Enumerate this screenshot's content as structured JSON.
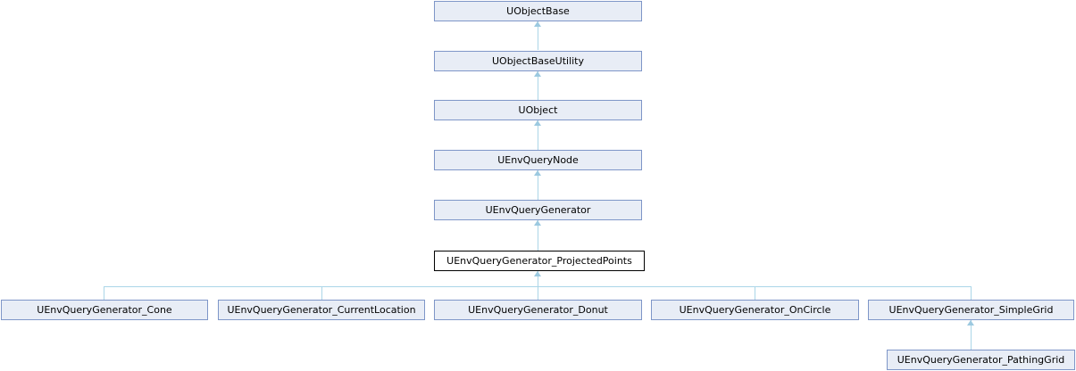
{
  "diagram_type": "class-inheritance-graph",
  "current_node": "UEnvQueryGenerator_ProjectedPoints",
  "nodes": {
    "uobjectbase": "UObjectBase",
    "uobjectbaseutility": "UObjectBaseUtility",
    "uobject": "UObject",
    "uenvquerynode": "UEnvQueryNode",
    "uenvquerygenerator": "UEnvQueryGenerator",
    "projectedpoints": "UEnvQueryGenerator_ProjectedPoints",
    "cone": "UEnvQueryGenerator_Cone",
    "currentlocation": "UEnvQueryGenerator_CurrentLocation",
    "donut": "UEnvQueryGenerator_Donut",
    "oncircle": "UEnvQueryGenerator_OnCircle",
    "simplegrid": "UEnvQueryGenerator_SimpleGrid",
    "pathinggrid": "UEnvQueryGenerator_PathingGrid"
  },
  "edges": [
    {
      "derived": "UObjectBaseUtility",
      "base": "UObjectBase"
    },
    {
      "derived": "UObject",
      "base": "UObjectBaseUtility"
    },
    {
      "derived": "UEnvQueryNode",
      "base": "UObject"
    },
    {
      "derived": "UEnvQueryGenerator",
      "base": "UEnvQueryNode"
    },
    {
      "derived": "UEnvQueryGenerator_ProjectedPoints",
      "base": "UEnvQueryGenerator"
    },
    {
      "derived": "UEnvQueryGenerator_Cone",
      "base": "UEnvQueryGenerator_ProjectedPoints"
    },
    {
      "derived": "UEnvQueryGenerator_CurrentLocation",
      "base": "UEnvQueryGenerator_ProjectedPoints"
    },
    {
      "derived": "UEnvQueryGenerator_Donut",
      "base": "UEnvQueryGenerator_ProjectedPoints"
    },
    {
      "derived": "UEnvQueryGenerator_OnCircle",
      "base": "UEnvQueryGenerator_ProjectedPoints"
    },
    {
      "derived": "UEnvQueryGenerator_SimpleGrid",
      "base": "UEnvQueryGenerator_ProjectedPoints"
    },
    {
      "derived": "UEnvQueryGenerator_PathingGrid",
      "base": "UEnvQueryGenerator_SimpleGrid"
    }
  ],
  "colors": {
    "node_fill": "#E8EDF6",
    "node_border": "#7E96C8",
    "highlight_fill": "#FFFFFF",
    "highlight_border": "#000000",
    "edge_line": "#ABD6E8",
    "edge_arrow": "#9CC9E0",
    "text": "#000000",
    "background": "#FFFFFF"
  }
}
